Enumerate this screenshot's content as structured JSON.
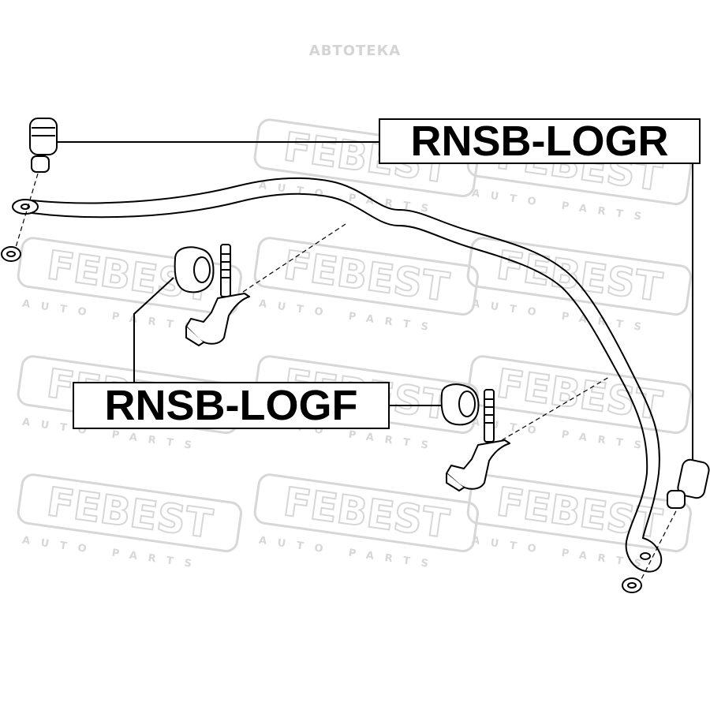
{
  "site_watermark": "АВТОТЕКА",
  "brand_watermark": {
    "logo_text": "FEBEST",
    "subtext": "AUTO PARTS"
  },
  "callouts": {
    "rear_part": "RNSB-LOGR",
    "front_part": "RNSB-LOGF"
  },
  "colors": {
    "line": "#000000",
    "watermark": "#d7d7d7",
    "background": "#ffffff"
  }
}
